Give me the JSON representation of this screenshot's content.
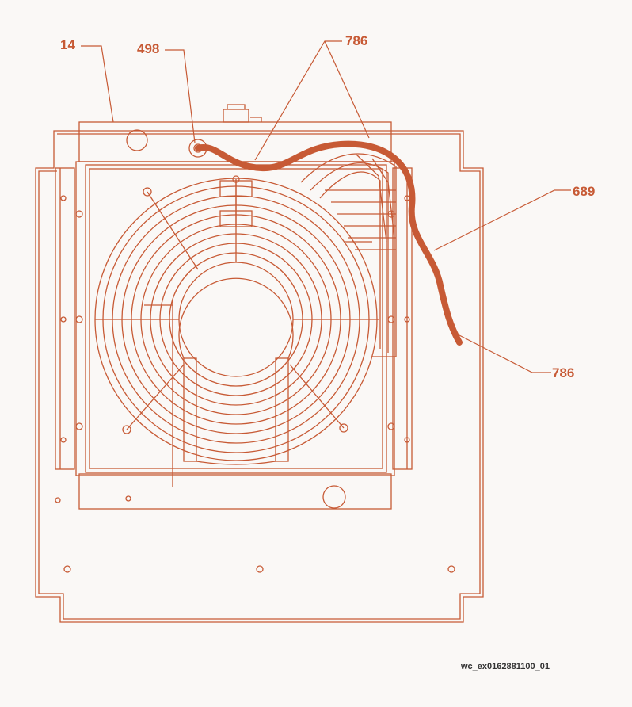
{
  "colors": {
    "background": "#faf8f6",
    "line": "#c75a35",
    "hose": "#c75a35",
    "docid": "#333333"
  },
  "callouts": {
    "c14": "14",
    "c498": "498",
    "c786_top": "786",
    "c689": "689",
    "c786_right": "786"
  },
  "document_id": "wc_ex0162881100_01"
}
